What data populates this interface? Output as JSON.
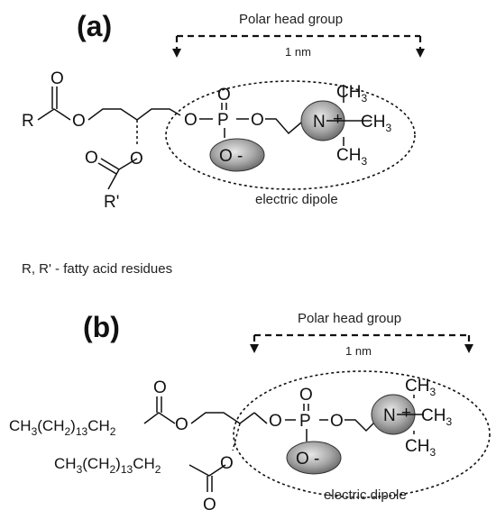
{
  "panel_a": {
    "label": "(a)",
    "head_group_label": "Polar head group",
    "distance_label": "1 nm",
    "dipole_label": "electric dipole",
    "atoms": {
      "R": "R",
      "R_prime": "R'",
      "O": "O",
      "P": "P",
      "N": "N",
      "plus": "+",
      "O_minus": "O -",
      "CH": "CH",
      "three": "3"
    }
  },
  "legend_note": "R, R' - fatty acid residues",
  "panel_b": {
    "label": "(b)",
    "head_group_label": "Polar head group",
    "distance_label": "1 nm",
    "dipole_label": "electric dipole",
    "chain_top": {
      "a": "CH",
      "b": "3",
      "c": "(CH",
      "d": "2",
      "e": ")",
      "f": "13",
      "g": "CH",
      "h": "2"
    },
    "chain_bottom": {
      "a": "CH",
      "b": "3",
      "c": "(CH",
      "d": "2",
      "e": ")",
      "f": "13",
      "g": "CH",
      "h": "2"
    },
    "atoms": {
      "O": "O",
      "P": "P",
      "N": "N",
      "plus": "+",
      "O_minus": "O -",
      "CH": "CH",
      "three": "3"
    }
  }
}
